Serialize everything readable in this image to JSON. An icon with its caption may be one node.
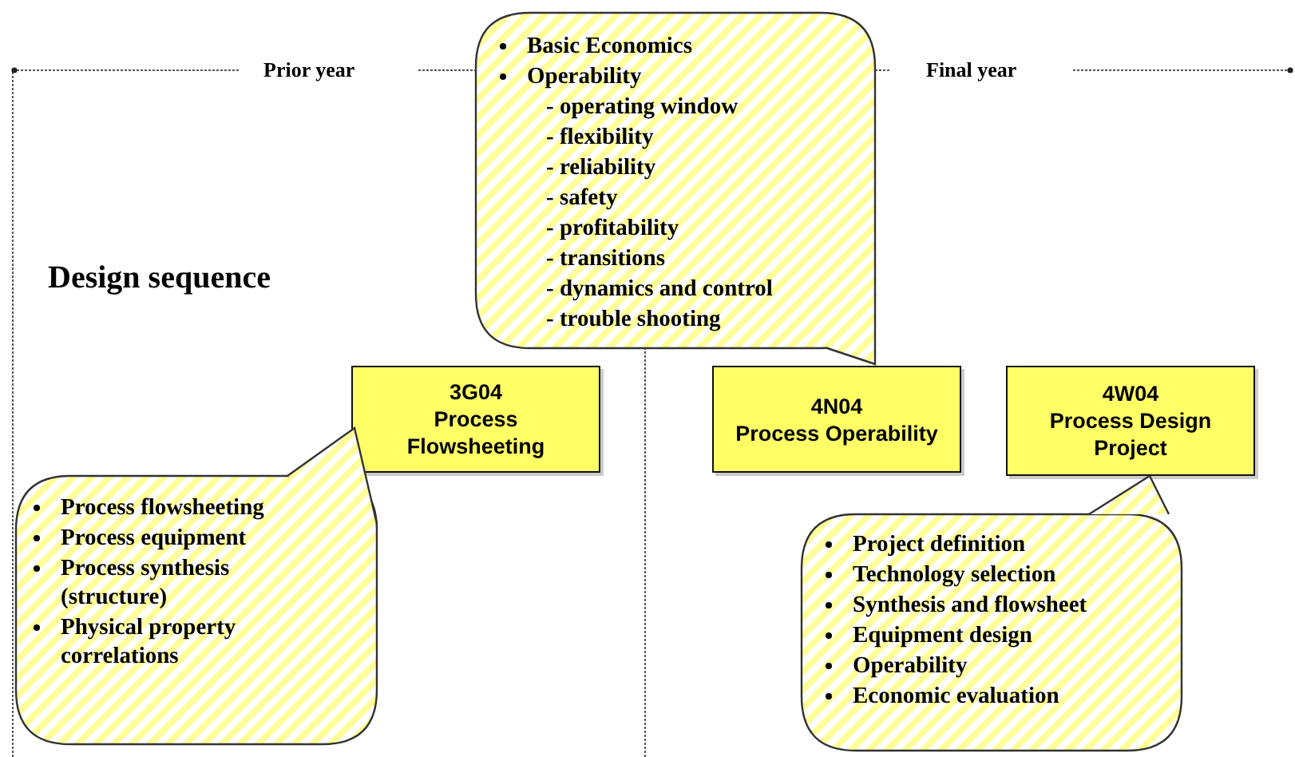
{
  "diagram": {
    "nodes": [
      {
        "text": [
          "Basic Economics",
          "Operability",
          "- operating window",
          "- flexibility",
          "- reliability",
          "- safety",
          "- profitability",
          "- transitions",
          "- dynamics and control",
          "- trouble shooting"
        ]
      },
      {
        "text": [
          "3G04",
          "Process Flowsheeting"
        ]
      },
      {
        "text": [
          "4N04",
          "Process Operability"
        ]
      },
      {
        "text": [
          "4W04",
          "Process Design Project"
        ]
      },
      {
        "text": [
          "Process flowsheeting",
          "Process equipment",
          "Process synthesis (structure)",
          "Physical property correlations"
        ]
      },
      {
        "text": [
          "Project definition",
          "Technology selection",
          "Synthesis and flowsheet",
          "Equipment design",
          "Operability",
          "Economic evaluation"
        ]
      }
    ],
    "labels": [
      "Prior year",
      "Final year",
      "Design sequence"
    ]
  }
}
